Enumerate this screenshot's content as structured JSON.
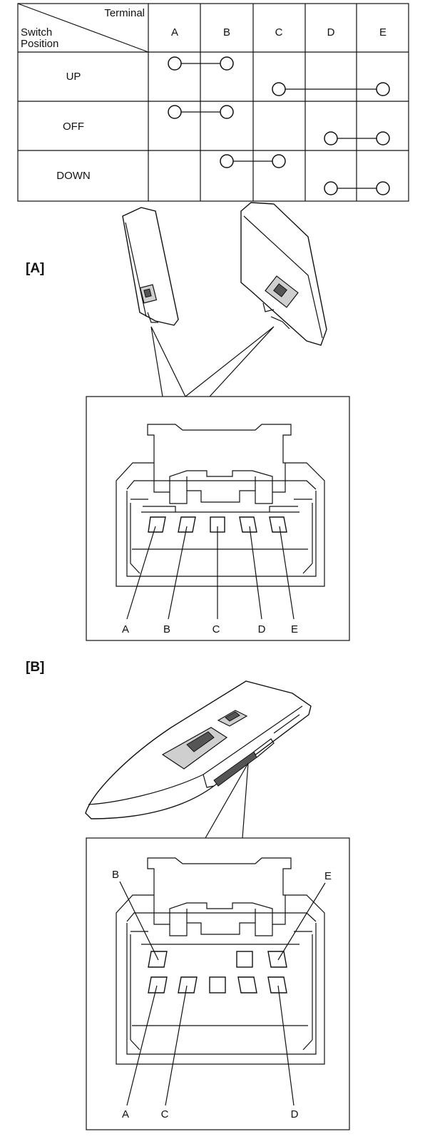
{
  "table": {
    "header_terminal": "Terminal",
    "header_switch_position": [
      "Switch",
      "Position"
    ],
    "terminals": [
      "A",
      "B",
      "C",
      "D",
      "E"
    ],
    "rows": [
      {
        "position": "UP",
        "connections": [
          [
            "A",
            "B"
          ],
          [
            "C",
            "E"
          ]
        ]
      },
      {
        "position": "OFF",
        "connections": [
          [
            "A",
            "B"
          ],
          [
            "D",
            "E"
          ]
        ]
      },
      {
        "position": "DOWN",
        "connections": [
          [
            "B",
            "C"
          ],
          [
            "D",
            "E"
          ]
        ]
      }
    ]
  },
  "figure_a": {
    "label": "[A]",
    "pins": [
      "A",
      "B",
      "C",
      "D",
      "E"
    ]
  },
  "figure_b": {
    "label": "[B]",
    "pins": [
      "B",
      "E",
      "A",
      "C",
      "D"
    ]
  }
}
